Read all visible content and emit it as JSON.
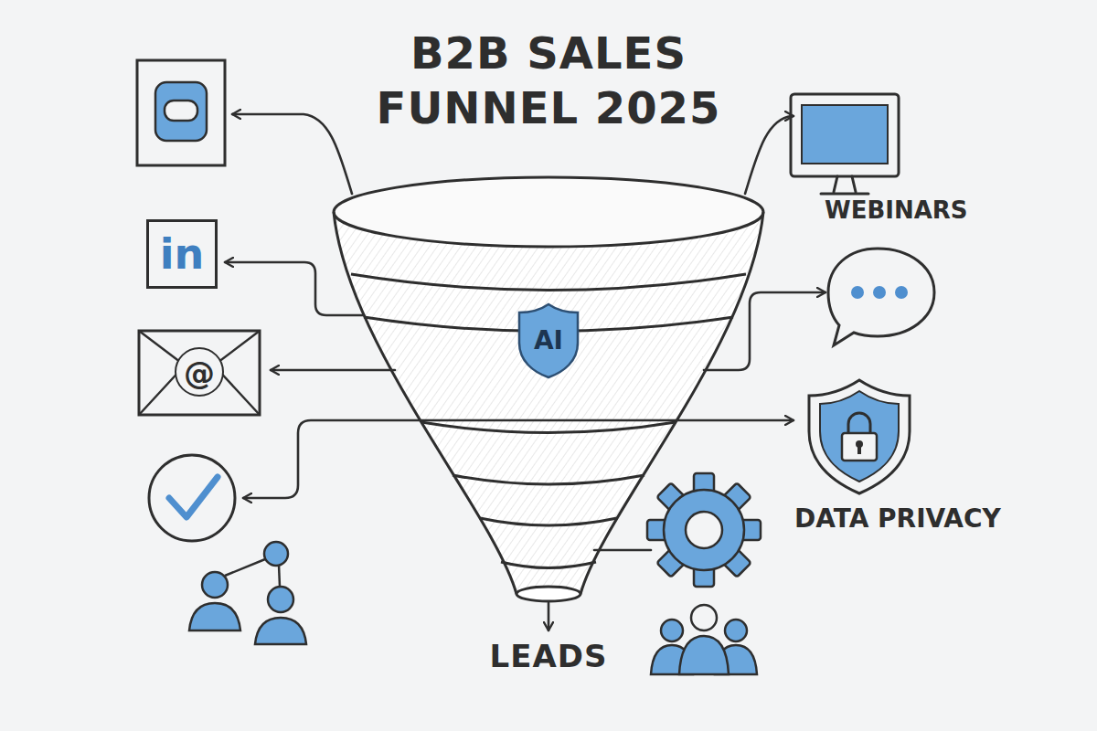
{
  "diagram": {
    "title": "B2B SALES FUNNEL 2025",
    "nodes": [
      {
        "text": [
          "in"
        ]
      },
      {
        "text": [
          "@"
        ]
      },
      {
        "text": [
          "AI"
        ]
      },
      {
        "text": [
          "WEBINARS"
        ]
      },
      {
        "text": [
          "DATA PRIVACY"
        ]
      }
    ],
    "labels": [
      "LEADS"
    ]
  }
}
